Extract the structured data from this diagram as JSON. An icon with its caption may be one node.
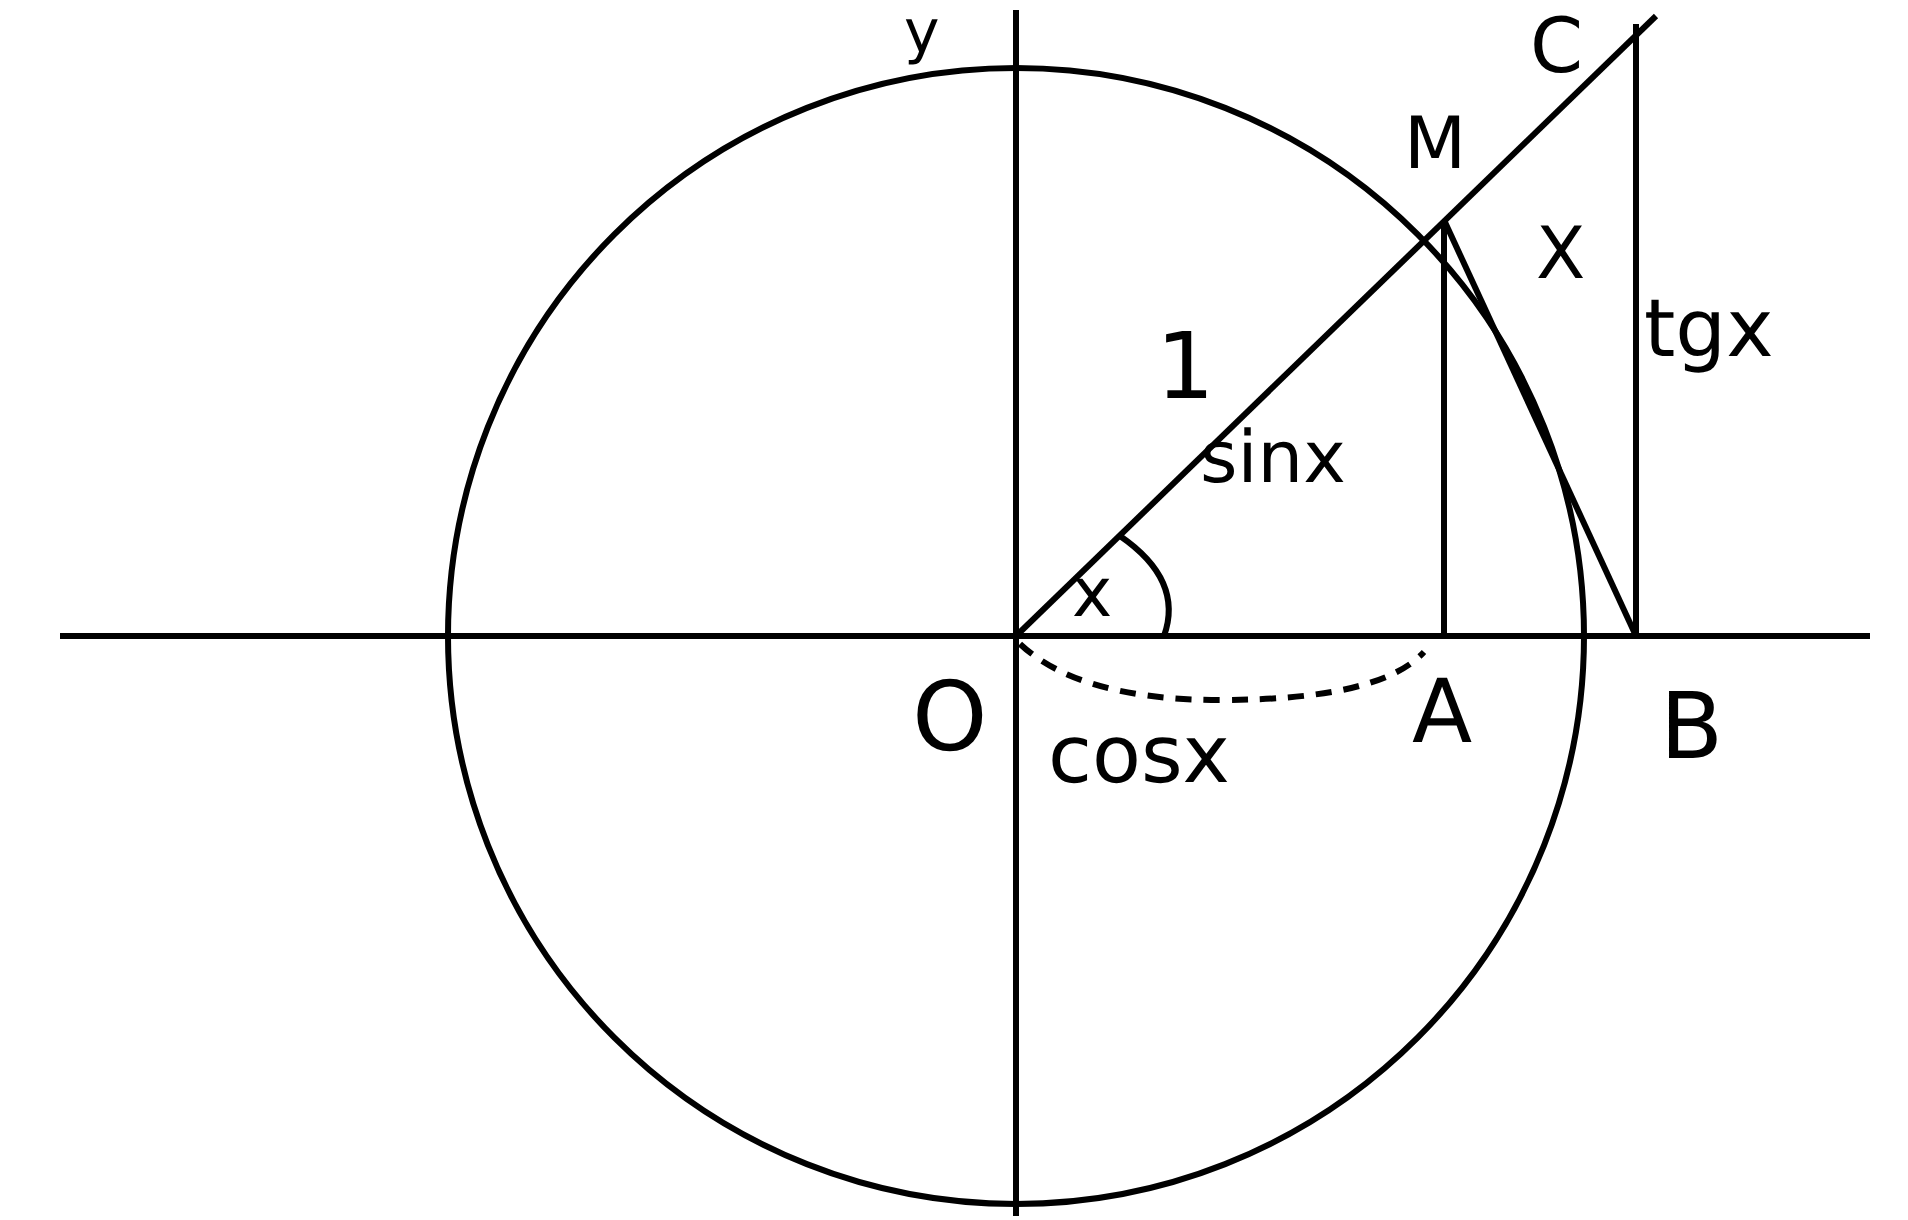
{
  "diagram": {
    "labels": [
      "y",
      "C",
      "M",
      "X",
      "1",
      "tgx",
      "sinx",
      "x",
      "O",
      "A",
      "B",
      "cosx"
    ]
  }
}
